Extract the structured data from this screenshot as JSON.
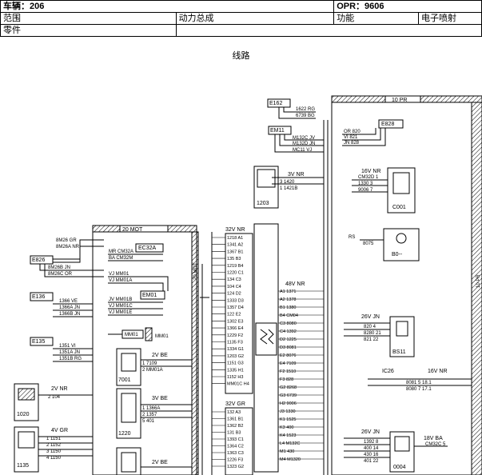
{
  "header": {
    "vehicle": "车辆：206",
    "opr": "OPR：9606",
    "range_label": "范围",
    "range_value": "动力总成",
    "function_label": "功能",
    "function_value": "电子喷射",
    "part_label": "零件",
    "section_label": "线路"
  },
  "diagram": {
    "conn_20mot": "20 MOT",
    "conn_20mot_side": "20 MOT",
    "conn_10pr": "10 PR",
    "conn_10pr_side": "10 PR",
    "conn_32v": "32V NR",
    "conn_32v_gr": "32V GR",
    "conn_48v": "48V NR",
    "conn_16v": "16V NR",
    "conn_26v_jn": "26V JN",
    "conn_26v_jn2": "26V JN",
    "conn_18v": "18V BA",
    "conn_3v_nr": "3V NR",
    "conn_2v_be": "2V BE",
    "conn_2v_be2": "2V BE",
    "conn_3v_be": "3V BE",
    "conn_2v_nr": "2V NR",
    "conn_4v_gr": "4V GR",
    "ic26": "IC26",
    "ic26_v": "16V NR",
    "e162": "E162",
    "e162_w1": "1622 RG",
    "e162_w2": "6739 BG",
    "em11": "EM11",
    "em11_w1": "M132C JV",
    "em11_w2": "M132D JN",
    "em11_w3": "MC11 VJ",
    "e828": "E828",
    "e828_w1": "OR 820",
    "e828_w2": "VI 821",
    "e828_w3": "JN 828",
    "c001": "C001",
    "bs11": "BS11",
    "c004": "0004",
    "b0": "B0--",
    "rs": "RS",
    "rs_num": "8075",
    "e826": "E826",
    "e826_w1": "8M26 GR",
    "e826_w2": "8M26A NR",
    "e826_w3": "8M26B JN",
    "e826_w4": "8M26C OR",
    "ec32a": "EC32A",
    "ec32a_w1": "MR CM32A",
    "ec32a_w2": "BA CM32M",
    "em01": "EM01",
    "em01_w1": "VJ MM01",
    "em01_w2": "VJ MM01A",
    "em01_w3": "JV MM01B",
    "em01_w4": "VJ MM01C",
    "em01_w5": "VJ MM01E",
    "mm01": "MM01",
    "mm01_box": "MM01",
    "e136": "E136",
    "e136_w1": "1366 VE",
    "e136_w2": "1366A JN",
    "e136_w3": "1366B JN",
    "e135": "E135",
    "e135_w1": "1351 VI",
    "e135_w2": "1351A JN",
    "e135_w3": "1351B RG",
    "c7001": "7001",
    "c1220": "1220",
    "c1203": "1203",
    "c1020": "1020",
    "c1135": "1135",
    "c7001_w1": "1 7109",
    "c7001_w2": "2 MM01A",
    "c1220_w1": "1 1366A",
    "c1220_w2": "2 1357",
    "c1220_w3": "5 401",
    "c1203_w1": "3 1420",
    "c1203_w2": "1 1421B",
    "c1020_w1": "2 104",
    "c1135_w1": "1 1151",
    "c1135_w2": "2 1152",
    "c1135_w3": "3 1150",
    "c1135_w4": "4 1150",
    "bs11_w1": "820 4",
    "bs11_w2": "8280 21",
    "bs11_w3": "821 22",
    "c001_w1": "CM32D 1",
    "c001_w2": "1330 3",
    "c001_w3": "9006 7",
    "ic26_w1": "8081 5 18.1",
    "ic26_w2": "8080 7 17.1",
    "c004_w1": "1392 8",
    "c004_w2": "400 14",
    "c004_w3": "430 16",
    "c004_w4": "401 22",
    "c18v_w1": "CM32C 5"
  },
  "pins_32v": [
    "1218 A1",
    "1341 A2",
    "1367 B1",
    "135 B3",
    "1219 B4",
    "1220 C1",
    "134 C3",
    "104 C4",
    "124 D2",
    "1333 D3",
    "1357 D4",
    "122 E2",
    "1302 E3",
    "1366 E4",
    "1229 F2",
    "1135 F3",
    "1334 G1",
    "1203 G2",
    "1151 G3",
    "1335 H1",
    "1152 H3",
    "MM01C H4"
  ],
  "pins_32v_gr": [
    "132 A3",
    "1361 B1",
    "1362 B2",
    "131 B3",
    "1393 C1",
    "1364 C2",
    "1363 C3",
    "1226 F3",
    "1323 G2"
  ],
  "pins_48v": [
    "A1 1371",
    "A2 1378",
    "B1 1380",
    "B4 CM04",
    "C3 8080",
    "C4 1392",
    "D2 1225",
    "D3 8081",
    "E2 8076",
    "E4 7109",
    "F2 1510",
    "F3 828",
    "G2 8268",
    "G3 6739",
    "H2 9006",
    "J3 1330",
    "K1 1525",
    "K3 400",
    "K4 1523",
    "L4 M132C",
    "M1 430",
    "M4 M1320"
  ]
}
